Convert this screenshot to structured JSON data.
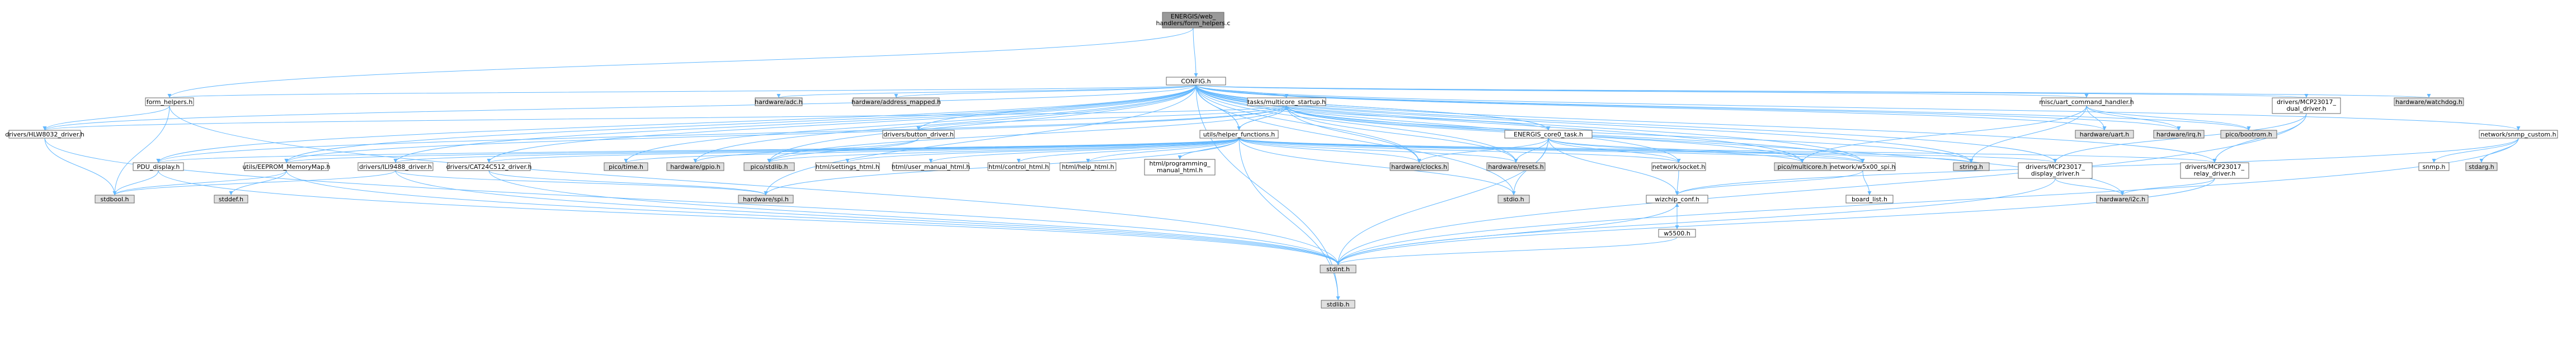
{
  "colors": {
    "root_fill": "#999999",
    "header_fill": "#ffffff",
    "system_fill": "#e0e0e0",
    "border": "#666666",
    "edge": "#63b8ff"
  },
  "nodes": [
    {
      "id": "root",
      "label": "ENERGIS/web_handlers/form_helpers.c",
      "kind": "root"
    },
    {
      "id": "config",
      "label": "CONFIG.h",
      "kind": "header"
    },
    {
      "id": "form_helpers_h",
      "label": "form_helpers.h",
      "kind": "header"
    },
    {
      "id": "hlw8032",
      "label": "drivers/HLW8032_driver.h",
      "kind": "header"
    },
    {
      "id": "hw_adc",
      "label": "hardware/adc.h",
      "kind": "system"
    },
    {
      "id": "hw_addr",
      "label": "hardware/address_mapped.h",
      "kind": "system"
    },
    {
      "id": "multicore_startup",
      "label": "tasks/multicore_startup.h",
      "kind": "header"
    },
    {
      "id": "misc_uart",
      "label": "misc/uart_command_handler.h",
      "kind": "header"
    },
    {
      "id": "mcp_dual",
      "label": "drivers/MCP23017_dual_driver.h",
      "kind": "header"
    },
    {
      "id": "hw_watchdog",
      "label": "hardware/watchdog.h",
      "kind": "system"
    },
    {
      "id": "snmp_custom",
      "label": "network/snmp_custom.h",
      "kind": "header"
    },
    {
      "id": "button_driver",
      "label": "drivers/button_driver.h",
      "kind": "header"
    },
    {
      "id": "helper_functions",
      "label": "utils/helper_functions.h",
      "kind": "header"
    },
    {
      "id": "energis_core",
      "label": "ENERGIS_core0_task.h",
      "kind": "header"
    },
    {
      "id": "hw_uart",
      "label": "hardware/uart.h",
      "kind": "system"
    },
    {
      "id": "hw_irq",
      "label": "hardware/irq.h",
      "kind": "system"
    },
    {
      "id": "pico_bootrom",
      "label": "pico/bootrom.h",
      "kind": "system"
    },
    {
      "id": "pdu_display",
      "label": "PDU_display.h",
      "kind": "header"
    },
    {
      "id": "eeprom",
      "label": "utils/EEPROM_MemoryMap.h",
      "kind": "header"
    },
    {
      "id": "ilI9488",
      "label": "drivers/ILI9488_driver.h",
      "kind": "header"
    },
    {
      "id": "cat24",
      "label": "drivers/CAT24C512_driver.h",
      "kind": "header"
    },
    {
      "id": "pico_time",
      "label": "pico/time.h",
      "kind": "system"
    },
    {
      "id": "hw_gpio",
      "label": "hardware/gpio.h",
      "kind": "system"
    },
    {
      "id": "pico_stdlib",
      "label": "pico/stdlib.h",
      "kind": "system"
    },
    {
      "id": "html_settings",
      "label": "html/settings_html.h",
      "kind": "header"
    },
    {
      "id": "html_user_manual",
      "label": "html/user_manual_html.h",
      "kind": "header"
    },
    {
      "id": "html_control",
      "label": "html/control_html.h",
      "kind": "header"
    },
    {
      "id": "html_help",
      "label": "html/help_html.h",
      "kind": "header"
    },
    {
      "id": "html_programming",
      "label": "html/programming_manual_html.h",
      "kind": "header"
    },
    {
      "id": "hw_clocks",
      "label": "hardware/clocks.h",
      "kind": "system"
    },
    {
      "id": "hw_resets",
      "label": "hardware/resets.h",
      "kind": "system"
    },
    {
      "id": "network_socket",
      "label": "network/socket.h",
      "kind": "header"
    },
    {
      "id": "pico_multicore",
      "label": "pico/multicore.h",
      "kind": "system"
    },
    {
      "id": "network_w5x00",
      "label": "network/w5x00_spi.h",
      "kind": "header"
    },
    {
      "id": "string_h",
      "label": "string.h",
      "kind": "system"
    },
    {
      "id": "mcp_display",
      "label": "drivers/MCP23017_display_driver.h",
      "kind": "header"
    },
    {
      "id": "mcp_relay",
      "label": "drivers/MCP23017_relay_driver.h",
      "kind": "header"
    },
    {
      "id": "snmp_h",
      "label": "snmp.h",
      "kind": "header"
    },
    {
      "id": "stdarg",
      "label": "stdarg.h",
      "kind": "system"
    },
    {
      "id": "stdbool",
      "label": "stdbool.h",
      "kind": "system"
    },
    {
      "id": "stdint",
      "label": "stdint.h",
      "kind": "system"
    },
    {
      "id": "hw_spi",
      "label": "hardware/spi.h",
      "kind": "system"
    },
    {
      "id": "stdio",
      "label": "stdio.h",
      "kind": "system"
    },
    {
      "id": "wizchip_conf",
      "label": "wizchip_conf.h",
      "kind": "header"
    },
    {
      "id": "board_list",
      "label": "board_list.h",
      "kind": "header"
    },
    {
      "id": "hw_i2c",
      "label": "hardware/i2c.h",
      "kind": "system"
    },
    {
      "id": "w5500",
      "label": "w5500.h",
      "kind": "header"
    },
    {
      "id": "stdlib",
      "label": "stdlib.h",
      "kind": "system"
    }
  ],
  "edges": [
    [
      "root",
      "config"
    ],
    [
      "root",
      "form_helpers_h"
    ],
    [
      "form_helpers_h",
      "config"
    ],
    [
      "form_helpers_h",
      "hlw8032"
    ],
    [
      "form_helpers_h",
      "stdbool"
    ],
    [
      "form_helpers_h",
      "stdint"
    ],
    [
      "config",
      "hw_adc"
    ],
    [
      "config",
      "hw_addr"
    ],
    [
      "config",
      "multicore_startup"
    ],
    [
      "config",
      "misc_uart"
    ],
    [
      "config",
      "mcp_dual"
    ],
    [
      "config",
      "hw_watchdog"
    ],
    [
      "config",
      "snmp_custom"
    ],
    [
      "config",
      "hlw8032"
    ],
    [
      "config",
      "button_driver"
    ],
    [
      "config",
      "helper_functions"
    ],
    [
      "config",
      "energis_core"
    ],
    [
      "config",
      "hw_uart"
    ],
    [
      "config",
      "hw_irq"
    ],
    [
      "config",
      "pico_bootrom"
    ],
    [
      "config",
      "pdu_display"
    ],
    [
      "config",
      "eeprom"
    ],
    [
      "config",
      "ilI9488"
    ],
    [
      "config",
      "cat24"
    ],
    [
      "config",
      "pico_time"
    ],
    [
      "config",
      "hw_gpio"
    ],
    [
      "config",
      "pico_stdlib"
    ],
    [
      "config",
      "hw_clocks"
    ],
    [
      "config",
      "hw_resets"
    ],
    [
      "config",
      "network_socket"
    ],
    [
      "config",
      "pico_multicore"
    ],
    [
      "config",
      "network_w5x00"
    ],
    [
      "config",
      "string_h"
    ],
    [
      "config",
      "mcp_display"
    ],
    [
      "config",
      "mcp_relay"
    ],
    [
      "config",
      "stdio"
    ],
    [
      "config",
      "stdlib"
    ],
    [
      "config",
      "hw_spi"
    ],
    [
      "config",
      "hw_i2c"
    ],
    [
      "multicore_startup",
      "config"
    ],
    [
      "multicore_startup",
      "helper_functions"
    ],
    [
      "multicore_startup",
      "button_driver"
    ],
    [
      "multicore_startup",
      "energis_core"
    ],
    [
      "multicore_startup",
      "pdu_display"
    ],
    [
      "multicore_startup",
      "eeprom"
    ],
    [
      "multicore_startup",
      "pico_multicore"
    ],
    [
      "multicore_startup",
      "network_w5x00"
    ],
    [
      "multicore_startup",
      "hw_clocks"
    ],
    [
      "multicore_startup",
      "hw_resets"
    ],
    [
      "multicore_startup",
      "string_h"
    ],
    [
      "multicore_startup",
      "pico_stdlib"
    ],
    [
      "multicore_startup",
      "hlw8032"
    ],
    [
      "misc_uart",
      "pico_bootrom"
    ],
    [
      "misc_uart",
      "hw_uart"
    ],
    [
      "misc_uart",
      "hw_irq"
    ],
    [
      "misc_uart",
      "pico_multicore"
    ],
    [
      "misc_uart",
      "string_h"
    ],
    [
      "mcp_dual",
      "mcp_display"
    ],
    [
      "mcp_dual",
      "mcp_relay"
    ],
    [
      "mcp_dual",
      "stdint"
    ],
    [
      "snmp_custom",
      "snmp_h"
    ],
    [
      "snmp_custom",
      "stdarg"
    ],
    [
      "snmp_custom",
      "wizchip_conf"
    ],
    [
      "snmp_custom",
      "stdint"
    ],
    [
      "hlw8032",
      "stdbool"
    ],
    [
      "hlw8032",
      "stdint"
    ],
    [
      "button_driver",
      "pico_stdlib"
    ],
    [
      "button_driver",
      "hw_gpio"
    ],
    [
      "helper_functions",
      "config"
    ],
    [
      "helper_functions",
      "multicore_startup"
    ],
    [
      "helper_functions",
      "html_settings"
    ],
    [
      "helper_functions",
      "html_user_manual"
    ],
    [
      "helper_functions",
      "html_control"
    ],
    [
      "helper_functions",
      "html_help"
    ],
    [
      "helper_functions",
      "html_programming"
    ],
    [
      "helper_functions",
      "network_socket"
    ],
    [
      "helper_functions",
      "network_w5x00"
    ],
    [
      "helper_functions",
      "hw_clocks"
    ],
    [
      "helper_functions",
      "hw_resets"
    ],
    [
      "helper_functions",
      "pico_stdlib"
    ],
    [
      "helper_functions",
      "pico_time"
    ],
    [
      "helper_functions",
      "hw_spi"
    ],
    [
      "helper_functions",
      "stdlib"
    ],
    [
      "helper_functions",
      "stdio"
    ],
    [
      "helper_functions",
      "pdu_display"
    ],
    [
      "helper_functions",
      "eeprom"
    ],
    [
      "helper_functions",
      "ilI9488"
    ],
    [
      "helper_functions",
      "cat24"
    ],
    [
      "helper_functions",
      "mcp_display"
    ],
    [
      "helper_functions",
      "mcp_relay"
    ],
    [
      "helper_functions",
      "string_h"
    ],
    [
      "energis_core",
      "config"
    ],
    [
      "energis_core",
      "network_socket"
    ],
    [
      "energis_core",
      "network_w5x00"
    ],
    [
      "energis_core",
      "pico_multicore"
    ],
    [
      "energis_core",
      "hw_clocks"
    ],
    [
      "energis_core",
      "hw_resets"
    ],
    [
      "energis_core",
      "wizchip_conf"
    ],
    [
      "energis_core",
      "stdio"
    ],
    [
      "energis_core",
      "stdint"
    ],
    [
      "pdu_display",
      "stdbool"
    ],
    [
      "pdu_display",
      "stdint"
    ],
    [
      "eeprom",
      "stdbool"
    ],
    [
      "eeprom",
      "stddef"
    ],
    [
      "eeprom",
      "stdint"
    ],
    [
      "ilI9488",
      "hw_spi"
    ],
    [
      "ilI9488",
      "stdint"
    ],
    [
      "ilI9488",
      "stdbool"
    ],
    [
      "cat24",
      "hw_spi"
    ],
    [
      "cat24",
      "stdint"
    ],
    [
      "network_socket",
      "wizchip_conf"
    ],
    [
      "network_w5x00",
      "board_list"
    ],
    [
      "network_w5x00",
      "wizchip_conf"
    ],
    [
      "mcp_display",
      "hw_i2c"
    ],
    [
      "mcp_display",
      "stdint"
    ],
    [
      "mcp_relay",
      "hw_i2c"
    ],
    [
      "mcp_relay",
      "stdint"
    ],
    [
      "wizchip_conf",
      "w5500"
    ],
    [
      "wizchip_conf",
      "stdint"
    ],
    [
      "w5500",
      "wizchip_conf"
    ],
    [
      "w5500",
      "stdint"
    ]
  ],
  "extra_nodes": [
    {
      "id": "stddef",
      "label": "stddef.h",
      "kind": "system"
    }
  ]
}
